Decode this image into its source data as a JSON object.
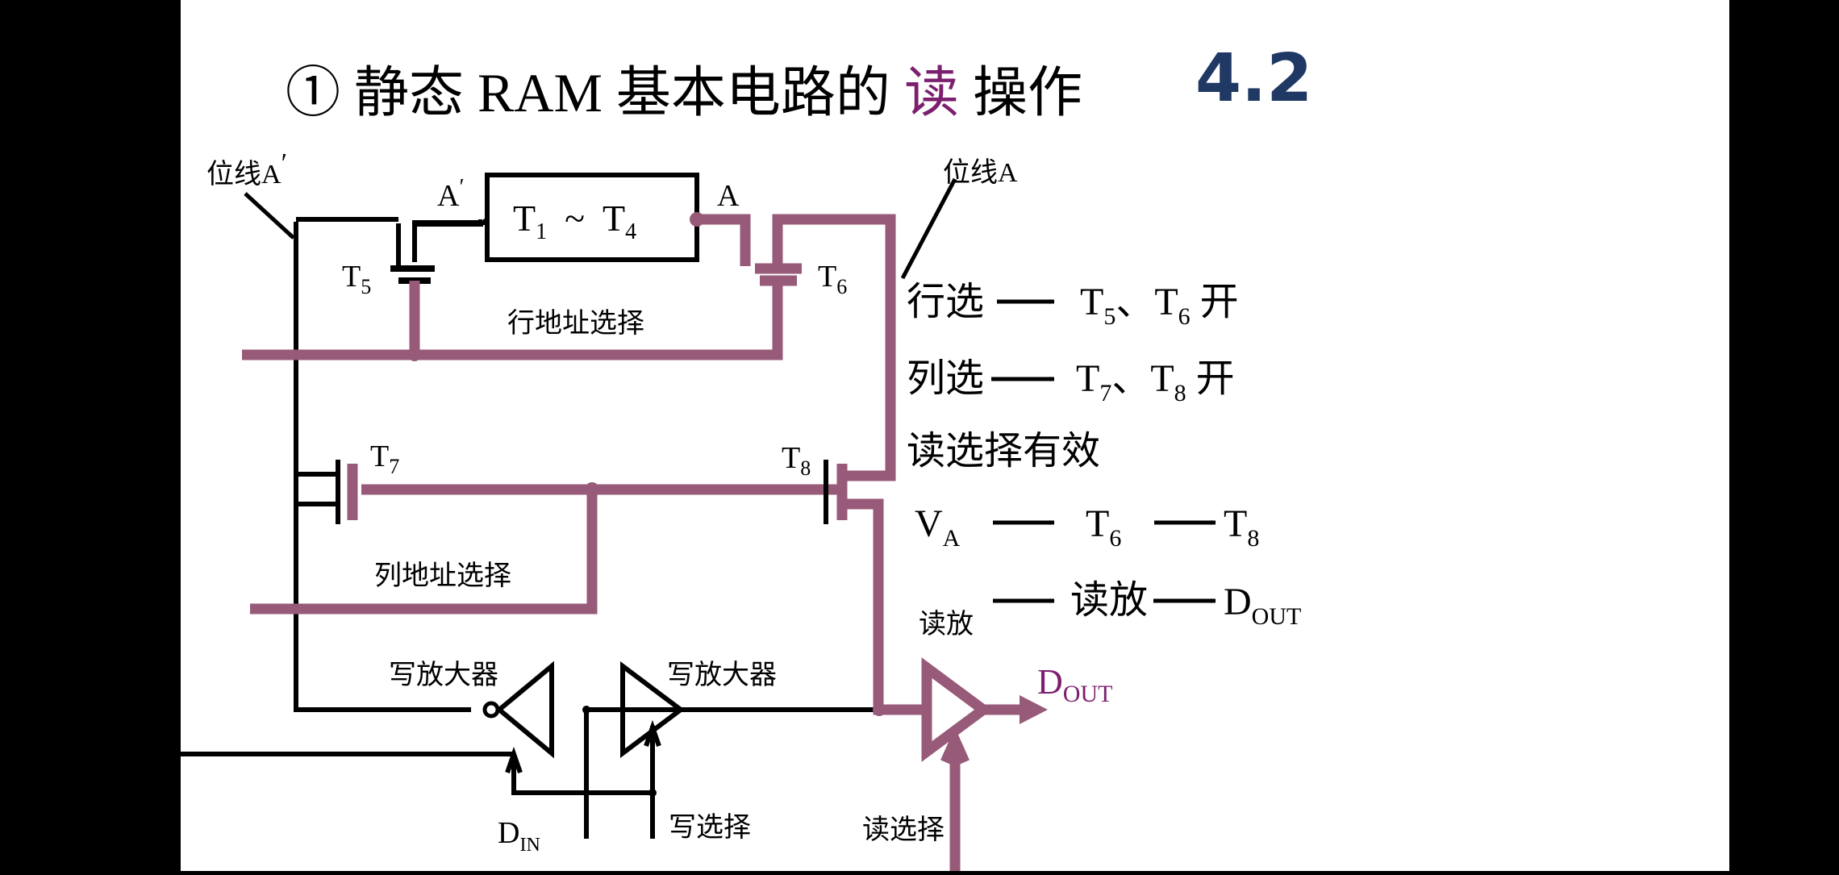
{
  "title": {
    "prefix": "① 静态 RAM 基本电路的",
    "highlight": "读",
    "suffix": "操作",
    "highlight_color": "#7b1f6e"
  },
  "section_number": "4.2",
  "colors": {
    "highlight_path": "#975a78",
    "dout": "#7b1f6e",
    "wire": "#000000",
    "section": "#1f3864"
  },
  "labels": {
    "bitline_a_prime": "位线A",
    "bitline_a_prime_mark": "′",
    "bitline_a": "位线A",
    "node_a_prime": "A",
    "node_a_prime_mark": "′",
    "node_a": "A",
    "cell_left": "T",
    "cell_left_sub": "1",
    "cell_tilde": "~",
    "cell_right": "T",
    "cell_right_sub": "4",
    "row_address": "行地址选择",
    "col_address": "列地址选择",
    "write_amp": "写放大器",
    "din": "D",
    "din_sub": "IN",
    "write_select": "写选择",
    "read_select": "读选择",
    "read_amp": "读放",
    "dout": "D",
    "dout_sub": "OUT"
  },
  "transistors": [
    {
      "name": "T",
      "sub": "5"
    },
    {
      "name": "T",
      "sub": "6"
    },
    {
      "name": "T",
      "sub": "7"
    },
    {
      "name": "T",
      "sub": "8"
    }
  ],
  "steps": {
    "row_select": "行选",
    "row_result": "T",
    "row_sub1": "5",
    "row_sep": "、T",
    "row_sub2": "6",
    "row_open": "开",
    "col_select": "列选",
    "col_result": "T",
    "col_sub1": "7",
    "col_sep": "、T",
    "col_sub2": "8",
    "col_open": "开",
    "read_valid": "读选择有效",
    "va": "V",
    "va_sub": "A",
    "va_t6": "T",
    "va_t6_sub": "6",
    "va_t8": "T",
    "va_t8_sub": "8",
    "read_amp": "读放",
    "dout": "D",
    "dout_sub": "OUT"
  }
}
